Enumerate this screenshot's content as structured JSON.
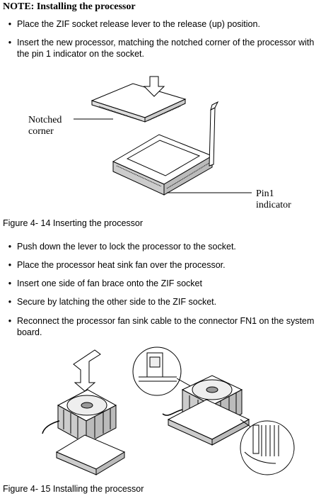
{
  "note_title": "NOTE:  Installing the processor",
  "bullets_top": [
    "Place the ZIF socket release lever to the release (up) position.",
    "Insert the new processor, matching the notched corner of the processor with the pin 1 indicator on the socket."
  ],
  "figure1": {
    "notched_label_line1": "Notched",
    "notched_label_line2": "corner",
    "pin1_label_line1": "Pin1",
    "pin1_label_line2": "indicator",
    "caption": "Figure 4- 14    Inserting the processor"
  },
  "bullets_bottom": [
    "Push down the lever  to lock the processor to the socket.",
    "Place the processor heat sink fan over the processor.",
    "Insert one side of  fan brace onto the ZIF socket",
    "Secure by latching the other side to the ZIF socket.",
    "Reconnect the processor fan sink cable to the connector FN1 on the system board."
  ],
  "figure2": {
    "caption": "Figure 4- 15    Installing the processor"
  },
  "bullet_glyph": "•"
}
